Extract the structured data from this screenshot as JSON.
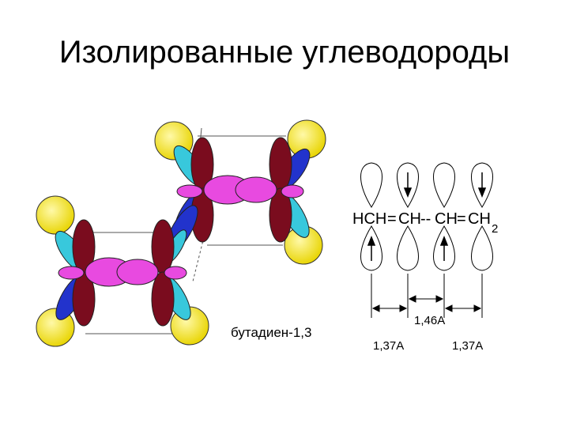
{
  "title": "Изолированные углеводороды",
  "left_figure": {
    "label": "бутадиен-1,3"
  },
  "right_figure": {
    "formula_parts": [
      "HCH",
      "=",
      "CH",
      "--",
      "CH",
      "=",
      "CH",
      "2"
    ],
    "bond_lengths": {
      "middle": "1,46A",
      "left": "1,37A",
      "right": "1,37A"
    }
  },
  "colors": {
    "yellow": "#f7e632",
    "maroon": "#7a0c1e",
    "blue": "#2233cc",
    "cyan": "#38c8dc",
    "magenta": "#e84ae0"
  }
}
